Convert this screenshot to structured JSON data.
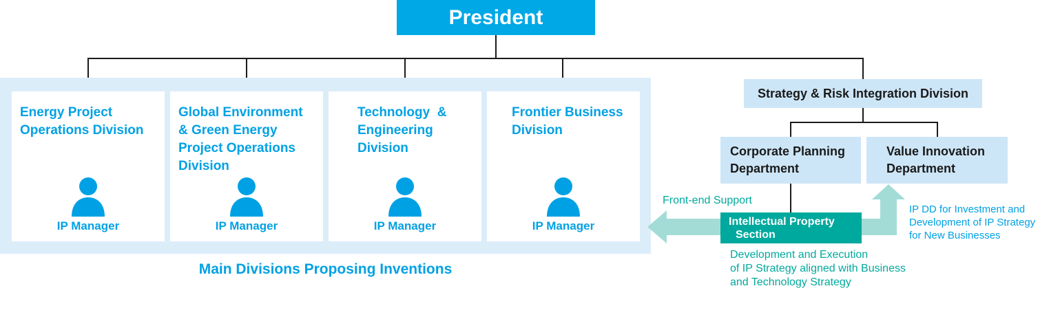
{
  "president": "President",
  "divisions": [
    {
      "lines": [
        "Energy Project",
        "Operations Division"
      ],
      "label": "IP Manager"
    },
    {
      "lines": [
        "Global Environment",
        "& Green Energy",
        "Project Operations",
        "Division"
      ],
      "label": "IP Manager"
    },
    {
      "lines": [
        "Technology  &",
        "Engineering",
        "Division"
      ],
      "label": "IP Manager"
    },
    {
      "lines": [
        "Frontier Business",
        "Division"
      ],
      "label": "IP Manager"
    }
  ],
  "main_caption": "Main Divisions Proposing Inventions",
  "strategy_division": "Strategy & Risk Integration Division",
  "corporate_planning": {
    "lines": [
      "Corporate Planning",
      "Department"
    ]
  },
  "value_innovation": {
    "lines": [
      "Value Innovation",
      "Department"
    ]
  },
  "ip_section": {
    "lines": [
      "Intellectual Property",
      "Section"
    ]
  },
  "front_end_support": "Front-end Support",
  "ip_dd": {
    "lines": [
      "IP DD for Investment and",
      "Development of IP Strategy",
      "for New Businesses"
    ]
  },
  "development_execution": {
    "lines": [
      "Development and Execution",
      "of IP Strategy aligned with Business",
      "and Technology Strategy"
    ]
  },
  "colors": {
    "brand_blue": "#00a8e6",
    "panel_blue": "#dcedfa",
    "box_light_blue": "#cde6f7",
    "teal": "#00a99d",
    "arrow_teal": "#a3dcd6"
  }
}
